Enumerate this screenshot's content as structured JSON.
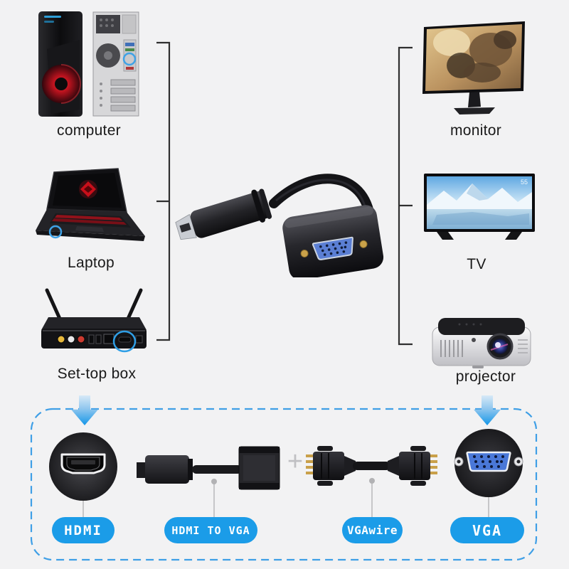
{
  "page": {
    "background": "#f2f2f3",
    "accent_blue": "#1b9ce8",
    "dashed_border_blue": "#3f9fe6",
    "bracket_color": "#2f2f2f"
  },
  "source_devices": {
    "items": [
      {
        "id": "computer",
        "label": "computer"
      },
      {
        "id": "laptop",
        "label": "Laptop"
      },
      {
        "id": "set-top-box",
        "label": "Set-top box"
      }
    ]
  },
  "display_devices": {
    "items": [
      {
        "id": "monitor",
        "label": "monitor"
      },
      {
        "id": "tv",
        "label": "TV",
        "screen_badge": "55"
      },
      {
        "id": "projector",
        "label": "projector"
      }
    ]
  },
  "connection_kit": {
    "plus_sign": "+",
    "items": [
      {
        "id": "hdmi-port",
        "label": "HDMI"
      },
      {
        "id": "hdmi-to-vga-adapter",
        "label": "HDMI TO VGA"
      },
      {
        "id": "vga-wire",
        "label": "VGAwire"
      },
      {
        "id": "vga-port",
        "label": "VGA"
      }
    ]
  }
}
